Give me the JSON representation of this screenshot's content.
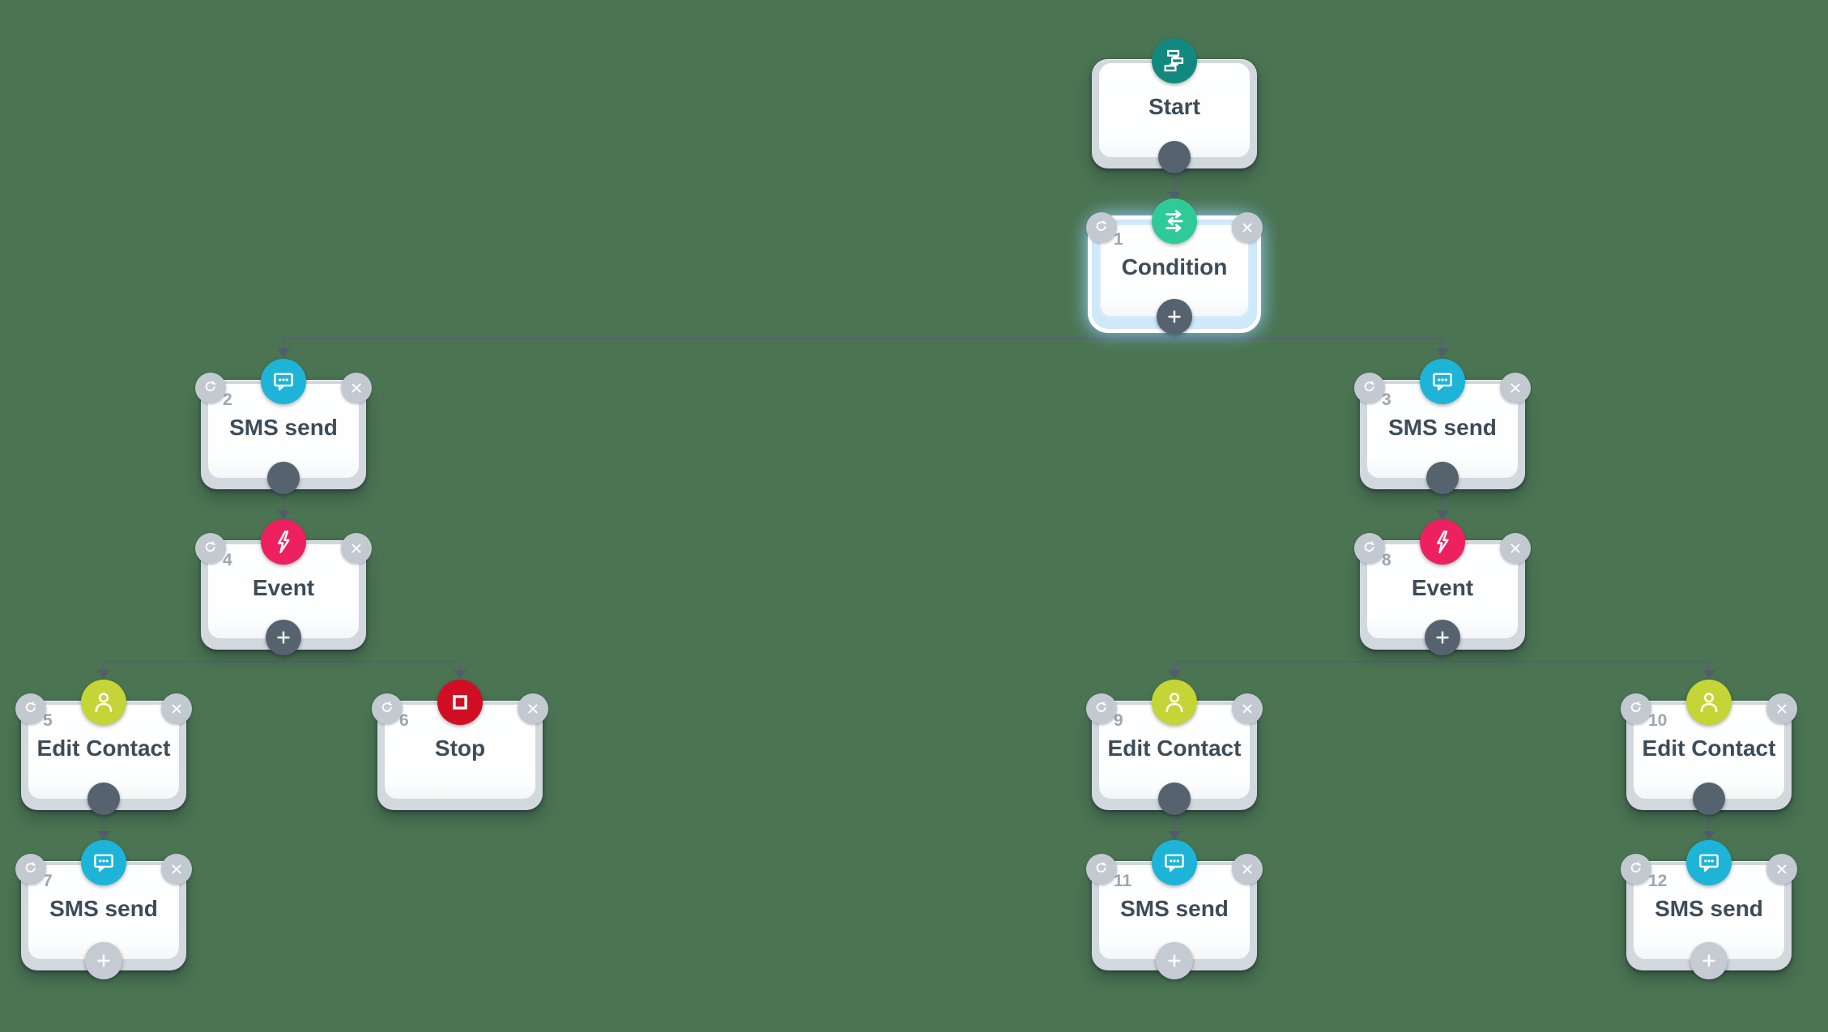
{
  "canvas": {
    "background_color": "#4A7452",
    "connector_color": "#56626F"
  },
  "palette": {
    "frame_gray": "#D3D8DE",
    "frame_selected_blue": "#CFE8FA",
    "selection_glow": "#96CDF5",
    "corner_button_gray": "#C2C9D1",
    "port_dark": "#56636F",
    "port_light": "#C5CBD2",
    "label_color": "#3E4C59",
    "number_color": "#9EA6AF",
    "start_teal": "#12897E",
    "condition_green": "#2ECB98",
    "sms_cyan": "#1EB4D8",
    "event_pink": "#EE2160",
    "contact_lime": "#C5D436",
    "stop_red": "#D10F24"
  },
  "nodes": [
    {
      "number": "",
      "label": "Start",
      "icon": "flow-steps-icon",
      "selected": false
    },
    {
      "number": "1",
      "label": "Condition",
      "icon": "shuffle-arrows-icon",
      "selected": true
    },
    {
      "number": "2",
      "label": "SMS send",
      "icon": "chat-bubble-icon",
      "selected": false
    },
    {
      "number": "3",
      "label": "SMS send",
      "icon": "chat-bubble-icon",
      "selected": false
    },
    {
      "number": "4",
      "label": "Event",
      "icon": "lightning-icon",
      "selected": false
    },
    {
      "number": "5",
      "label": "Edit Contact",
      "icon": "person-icon",
      "selected": false
    },
    {
      "number": "6",
      "label": "Stop",
      "icon": "stop-square-icon",
      "selected": false
    },
    {
      "number": "7",
      "label": "SMS send",
      "icon": "chat-bubble-icon",
      "selected": false
    },
    {
      "number": "8",
      "label": "Event",
      "icon": "lightning-icon",
      "selected": false
    },
    {
      "number": "9",
      "label": "Edit Contact",
      "icon": "person-icon",
      "selected": false
    },
    {
      "number": "10",
      "label": "Edit Contact",
      "icon": "person-icon",
      "selected": false
    },
    {
      "number": "11",
      "label": "SMS send",
      "icon": "chat-bubble-icon",
      "selected": false
    },
    {
      "number": "12",
      "label": "SMS send",
      "icon": "chat-bubble-icon",
      "selected": false
    }
  ]
}
